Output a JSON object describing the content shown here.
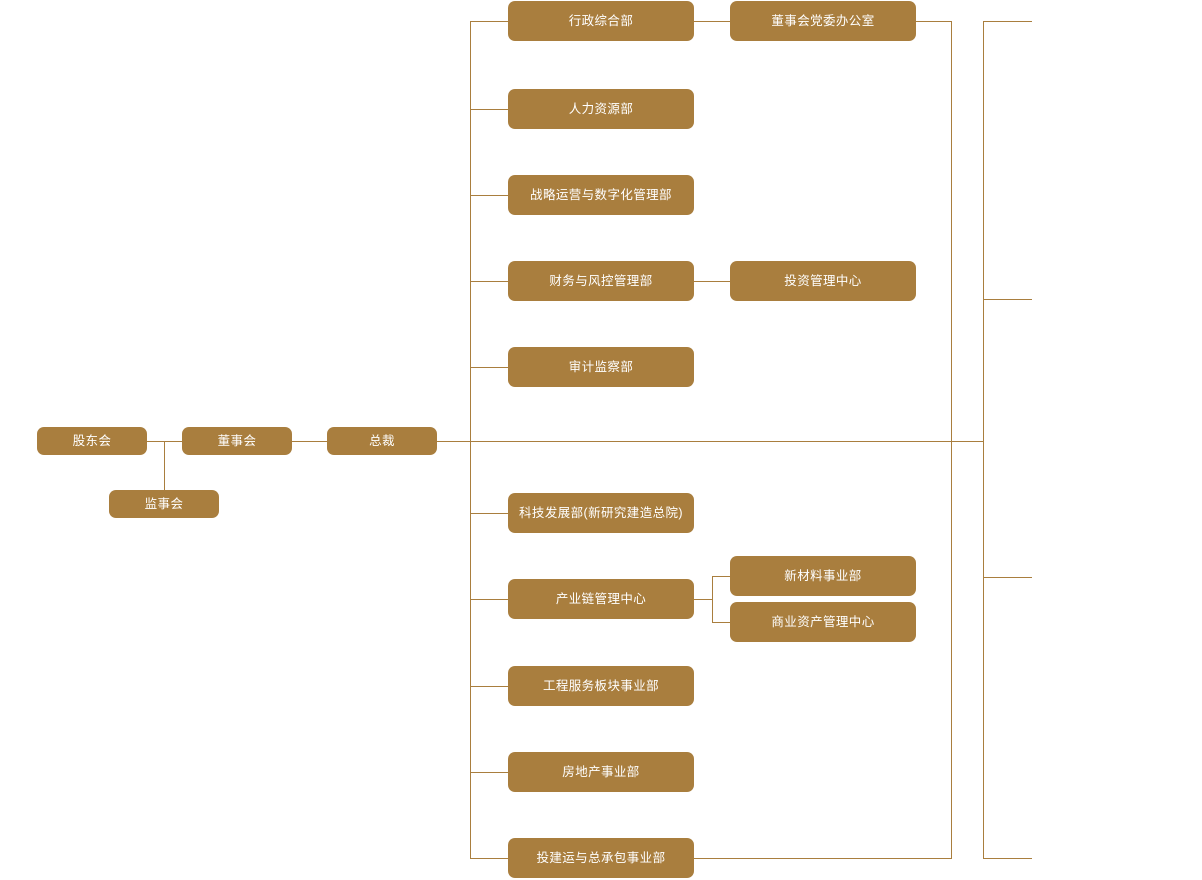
{
  "chart": {
    "title": "",
    "type": "org-chart",
    "accent_color": "#a97e3e",
    "line_color": "#a97e3e",
    "text_color": "#ffffff",
    "background": "#ffffff"
  },
  "governance": {
    "shareholders_meeting": "股东会",
    "board_of_directors": "董事会",
    "supervisory_board": "监事会",
    "president": "总裁"
  },
  "departments": {
    "upper": [
      {
        "label": "行政综合部"
      },
      {
        "label": "人力资源部"
      },
      {
        "label": "战略运营与数字化管理部"
      },
      {
        "label": "财务与风控管理部"
      },
      {
        "label": "审计监察部"
      }
    ],
    "lower": [
      {
        "label": "科技发展部(新研究建造总院)"
      },
      {
        "label": "产业链管理中心"
      },
      {
        "label": "工程服务板块事业部"
      },
      {
        "label": "房地产事业部"
      },
      {
        "label": "投建运与总承包事业部"
      }
    ]
  },
  "sub_units": {
    "board_party_office": "董事会党委办公室",
    "investment_management_center": "投资管理中心",
    "new_materials_division": "新材料事业部",
    "commercial_asset_management_center": "商业资产管理中心"
  }
}
